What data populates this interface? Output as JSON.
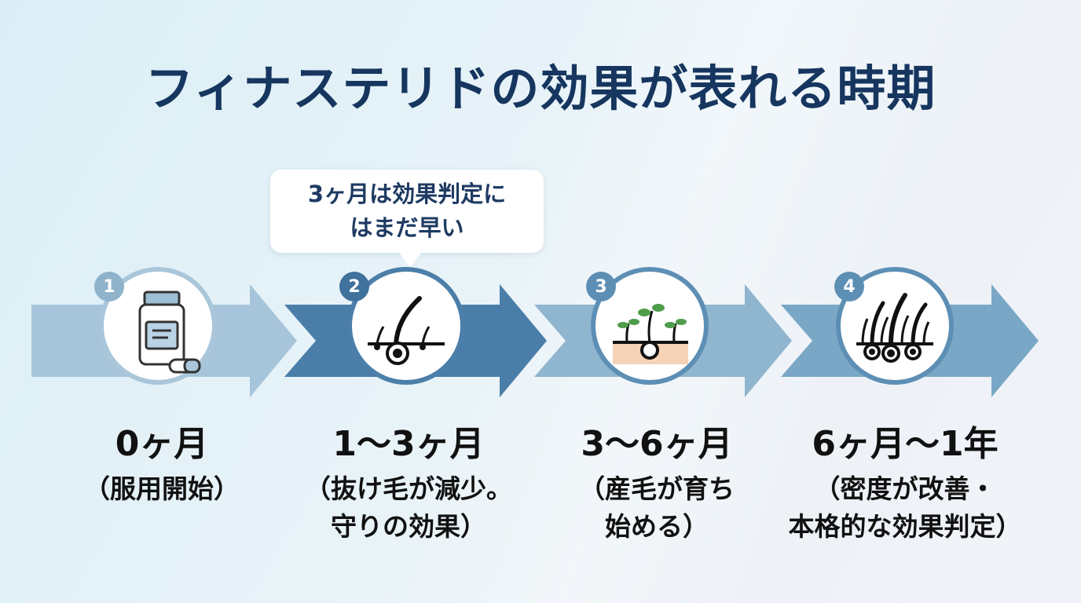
{
  "title": "フィナステリドの効果が表れる時期",
  "callout": {
    "text": "3ヶ月は効果判定に\nはまだ早い"
  },
  "steps": [
    {
      "number": "1",
      "period": "0ヶ月",
      "desc": "（服用開始）",
      "icon": "medicine-bottle-icon"
    },
    {
      "number": "2",
      "period": "1〜3ヶ月",
      "desc": "（抜け毛が減少。\n守りの効果）",
      "icon": "single-hair-follicle-icon"
    },
    {
      "number": "3",
      "period": "3〜6ヶ月",
      "desc": "（産毛が育ち\n始める）",
      "icon": "sprouting-hair-icon"
    },
    {
      "number": "4",
      "period": "6ヶ月〜1年",
      "desc": "（密度が改善・\n本格的な効果判定）",
      "icon": "dense-hair-icon"
    }
  ],
  "colors": {
    "title": "#16365f",
    "arrow_light": "#a7c5da",
    "arrow_dark": "#4a7ea8",
    "badge": "#8fb3cb",
    "badge_dark": "#3f729c"
  }
}
